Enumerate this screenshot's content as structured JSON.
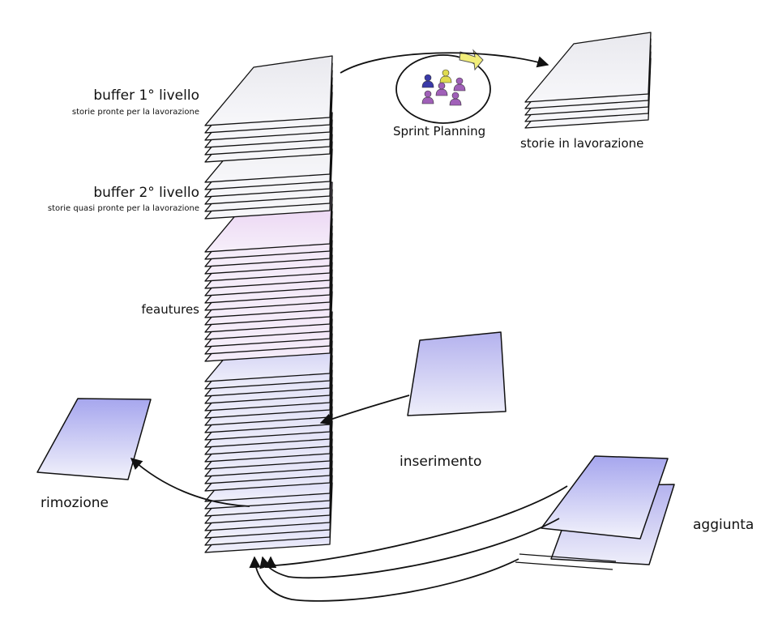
{
  "labels": {
    "buffer1_title": "buffer 1° livello",
    "buffer1_subtitle": "storie pronte per la lavorazione",
    "buffer2_title": "buffer 2° livello",
    "buffer2_subtitle": "storie quasi pronte per la lavorazione",
    "features": "feautures",
    "sprint_planning": "Sprint Planning",
    "in_progress": "storie in lavorazione",
    "insertion": "inserimento",
    "removal": "rimozione",
    "addition": "aggiunta"
  },
  "colors": {
    "sheet_gray": "#e9e9ee",
    "sheet_pink": "#ead0f0",
    "sheet_lilac": "#b9b6ee",
    "sheet_blue": "#a9a9ee",
    "ink": "#111111",
    "arrow_yellow": "#f2ee7a",
    "person_blue": "#3a3aa8",
    "person_yellow": "#e0dc50",
    "person_purple": "#a060b8"
  }
}
